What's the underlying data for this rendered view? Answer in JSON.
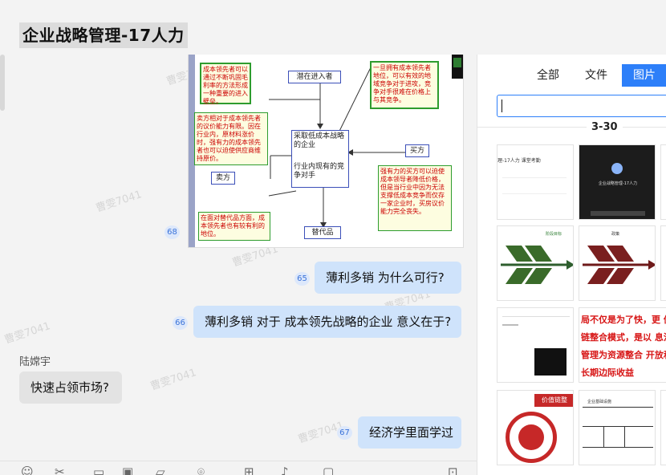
{
  "header": {
    "title": "企业战略管理-17人力"
  },
  "watermark": "曹雯7041",
  "slide": {
    "left_top_note": "成本领先者可以通过不断巩固毛利率的方法形成一种重要的进入壁垒。",
    "left_mid_note": "卖方相对于成本领先者的议价能力有限。因在行业内，原材料涨价时，强有力的成本领先者也可以迫使供应商维持原价。",
    "left_bottom_note": "在面对替代品方面，成本领先者也有较有利的地位。",
    "right_top_note": "一旦拥有成本领先者地位，可以有效的地域竞争对于进攻，竞争对手很难在价格上与其竞争。",
    "right_bottom_note": "强有力的买方可以迫使成本领导者降低价格，但是当行业中因为无法支撑低成本竞争而仅存一家企业时，买房议价能力完全丧失。",
    "potential_entrants": "潜在进入者",
    "center_top": "采取低成本战略的企业",
    "center_bottom": "行业内现有的竞争对手",
    "seller": "卖方",
    "buyer": "买方",
    "substitutes": "替代品"
  },
  "messages": [
    {
      "badge": "68"
    },
    {
      "badge": "65",
      "text": "薄利多销  为什么可行?"
    },
    {
      "badge": "66",
      "text": "薄利多销 对于 成本领先战略的企业 意义在于?"
    },
    {
      "sender": "陆嫦宇",
      "text": "快速占领市场?"
    },
    {
      "badge": "67",
      "text": "经济学里面学过"
    }
  ],
  "toolbar": {
    "icons": [
      "emoji-icon",
      "scissors-icon",
      "screenshot-icon",
      "image-icon",
      "folder-icon",
      "clip-icon",
      "apps-icon",
      "voice-icon",
      "chat-icon",
      "expand-icon"
    ]
  },
  "panel": {
    "tabs": [
      "全部",
      "文件",
      "图片"
    ],
    "date_label": "3-30",
    "thumbs": [
      {
        "caption": "理-17人力 课堂考勤"
      },
      {
        "caption": "企业战略管理-17人力"
      },
      {
        "caption": "阶段目标"
      },
      {
        "caption": "政策"
      },
      {
        "caption": ""
      },
      {
        "caption": "局不仅是为了快，更 值链整合模式，是以 息流管理为资源整合 开放和长期边际收益"
      },
      {
        "caption": "价值链整"
      },
      {
        "caption": "企业基础设施"
      }
    ]
  },
  "colors": {
    "accent": "#2d7ff9",
    "me_bubble": "#cfe3fb",
    "other_bubble": "#e3e3e3",
    "badge": "#3b73d9"
  }
}
